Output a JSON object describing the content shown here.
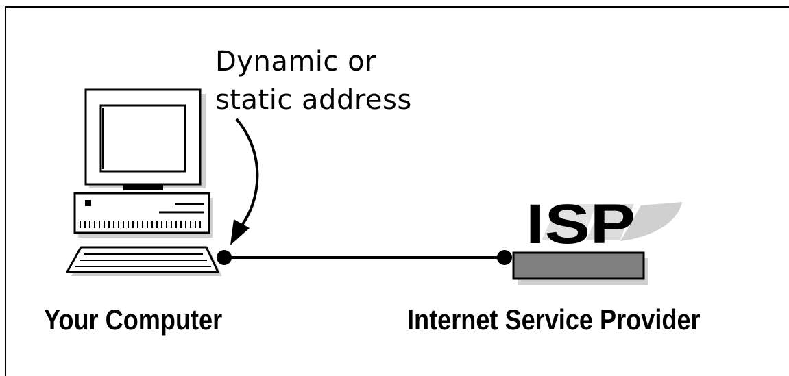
{
  "annotation": {
    "line1": "Dynamic or",
    "line2": "static address"
  },
  "isp_logo": "ISP",
  "captions": {
    "computer": "Your Computer",
    "provider": "Internet Service Provider"
  },
  "colors": {
    "ink": "#000000",
    "paper": "#ffffff",
    "device_fill": "#808080",
    "logo_shadow": "#d0d0d0"
  },
  "icons": [
    "desktop-computer-icon",
    "isp-device-icon",
    "curved-arrow-icon"
  ]
}
